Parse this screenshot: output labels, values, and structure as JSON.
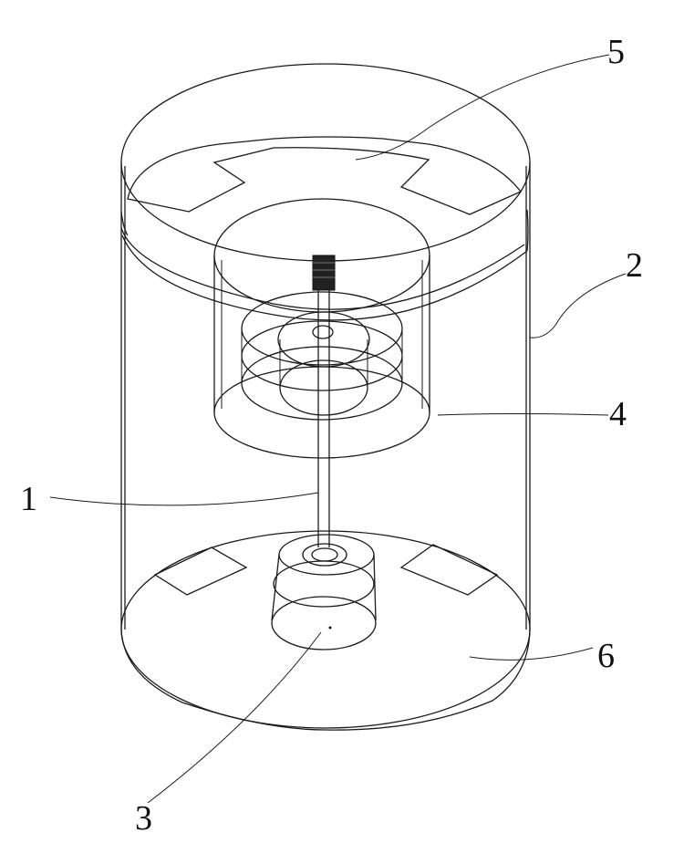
{
  "figure": {
    "labels": {
      "label_1": "1",
      "label_2": "2",
      "label_3": "3",
      "label_4": "4",
      "label_5": "5",
      "label_6": "6"
    }
  }
}
